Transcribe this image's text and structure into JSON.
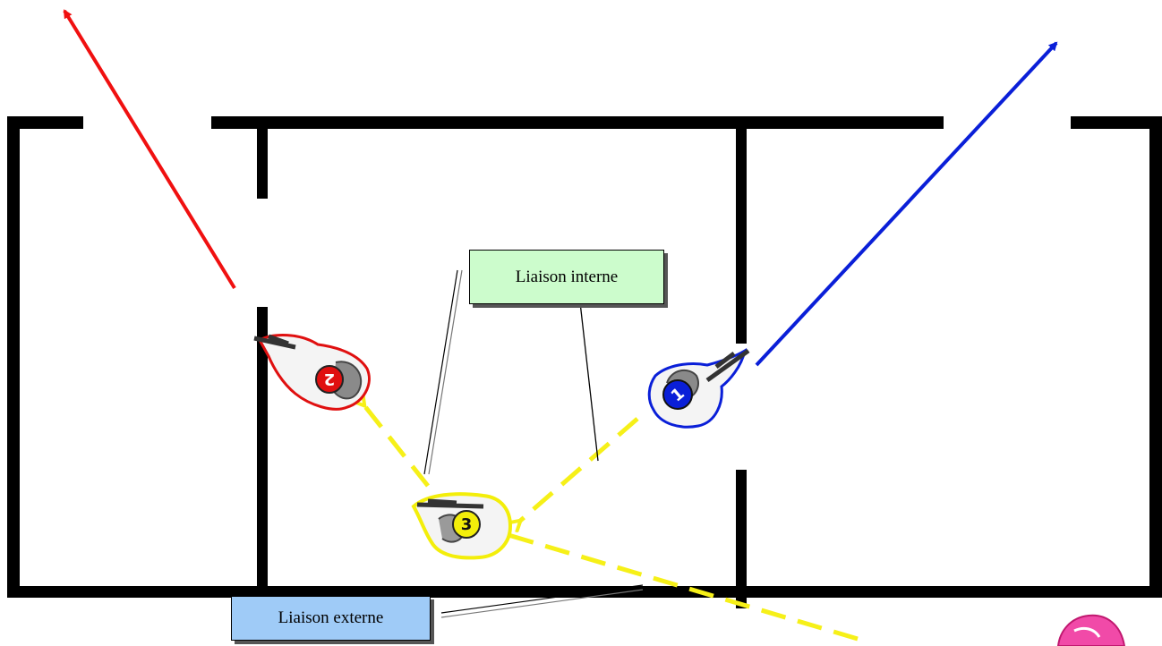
{
  "labels": {
    "internal": "Liaison interne",
    "external": "Liaison externe"
  },
  "operators": [
    {
      "number": "1",
      "color": "#0a1fd8",
      "arrow_color": "#0a1fd8"
    },
    {
      "number": "2",
      "color": "#e01010",
      "arrow_color": "#f01010"
    },
    {
      "number": "3",
      "color": "#f3ee0a",
      "arrow_color": "#f6f018"
    }
  ],
  "colors": {
    "walls": "#000000",
    "internal_label_bg": "#ccfccc",
    "external_label_bg": "#9fcbf7",
    "liaison_lines": "#f6f018"
  }
}
